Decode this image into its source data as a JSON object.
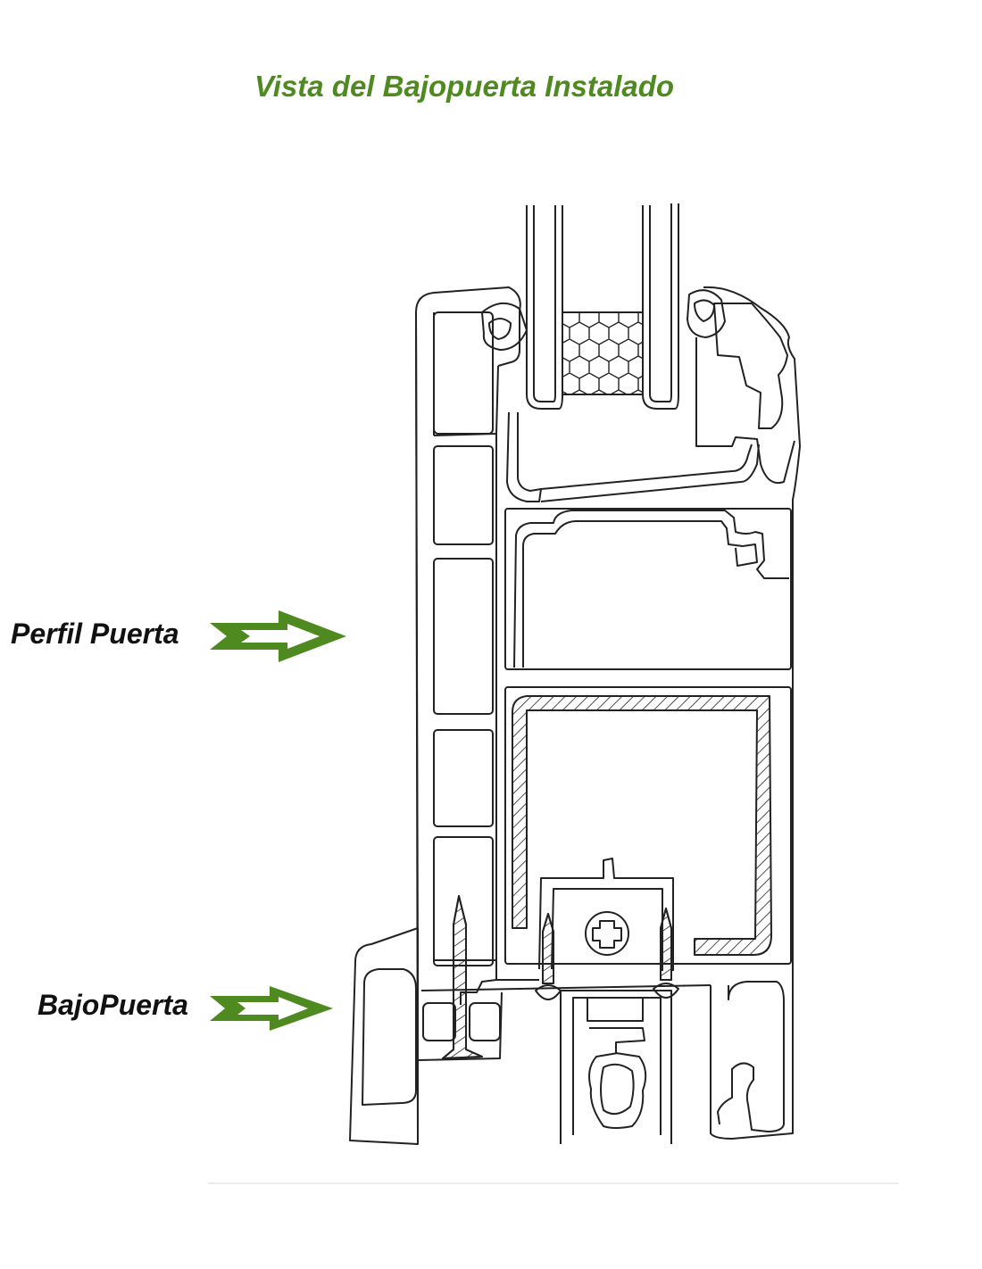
{
  "title": "Vista del Bajopuerta Instalado",
  "labels": {
    "perfil_puerta": "Perfil Puerta",
    "bajo_puerta": "BajoPuerta"
  },
  "icons": {
    "arrow": "double-chevron-arrow-right-icon"
  },
  "colors": {
    "accent": "#4e8a1f",
    "label_text": "#111111",
    "line": "#222222"
  }
}
